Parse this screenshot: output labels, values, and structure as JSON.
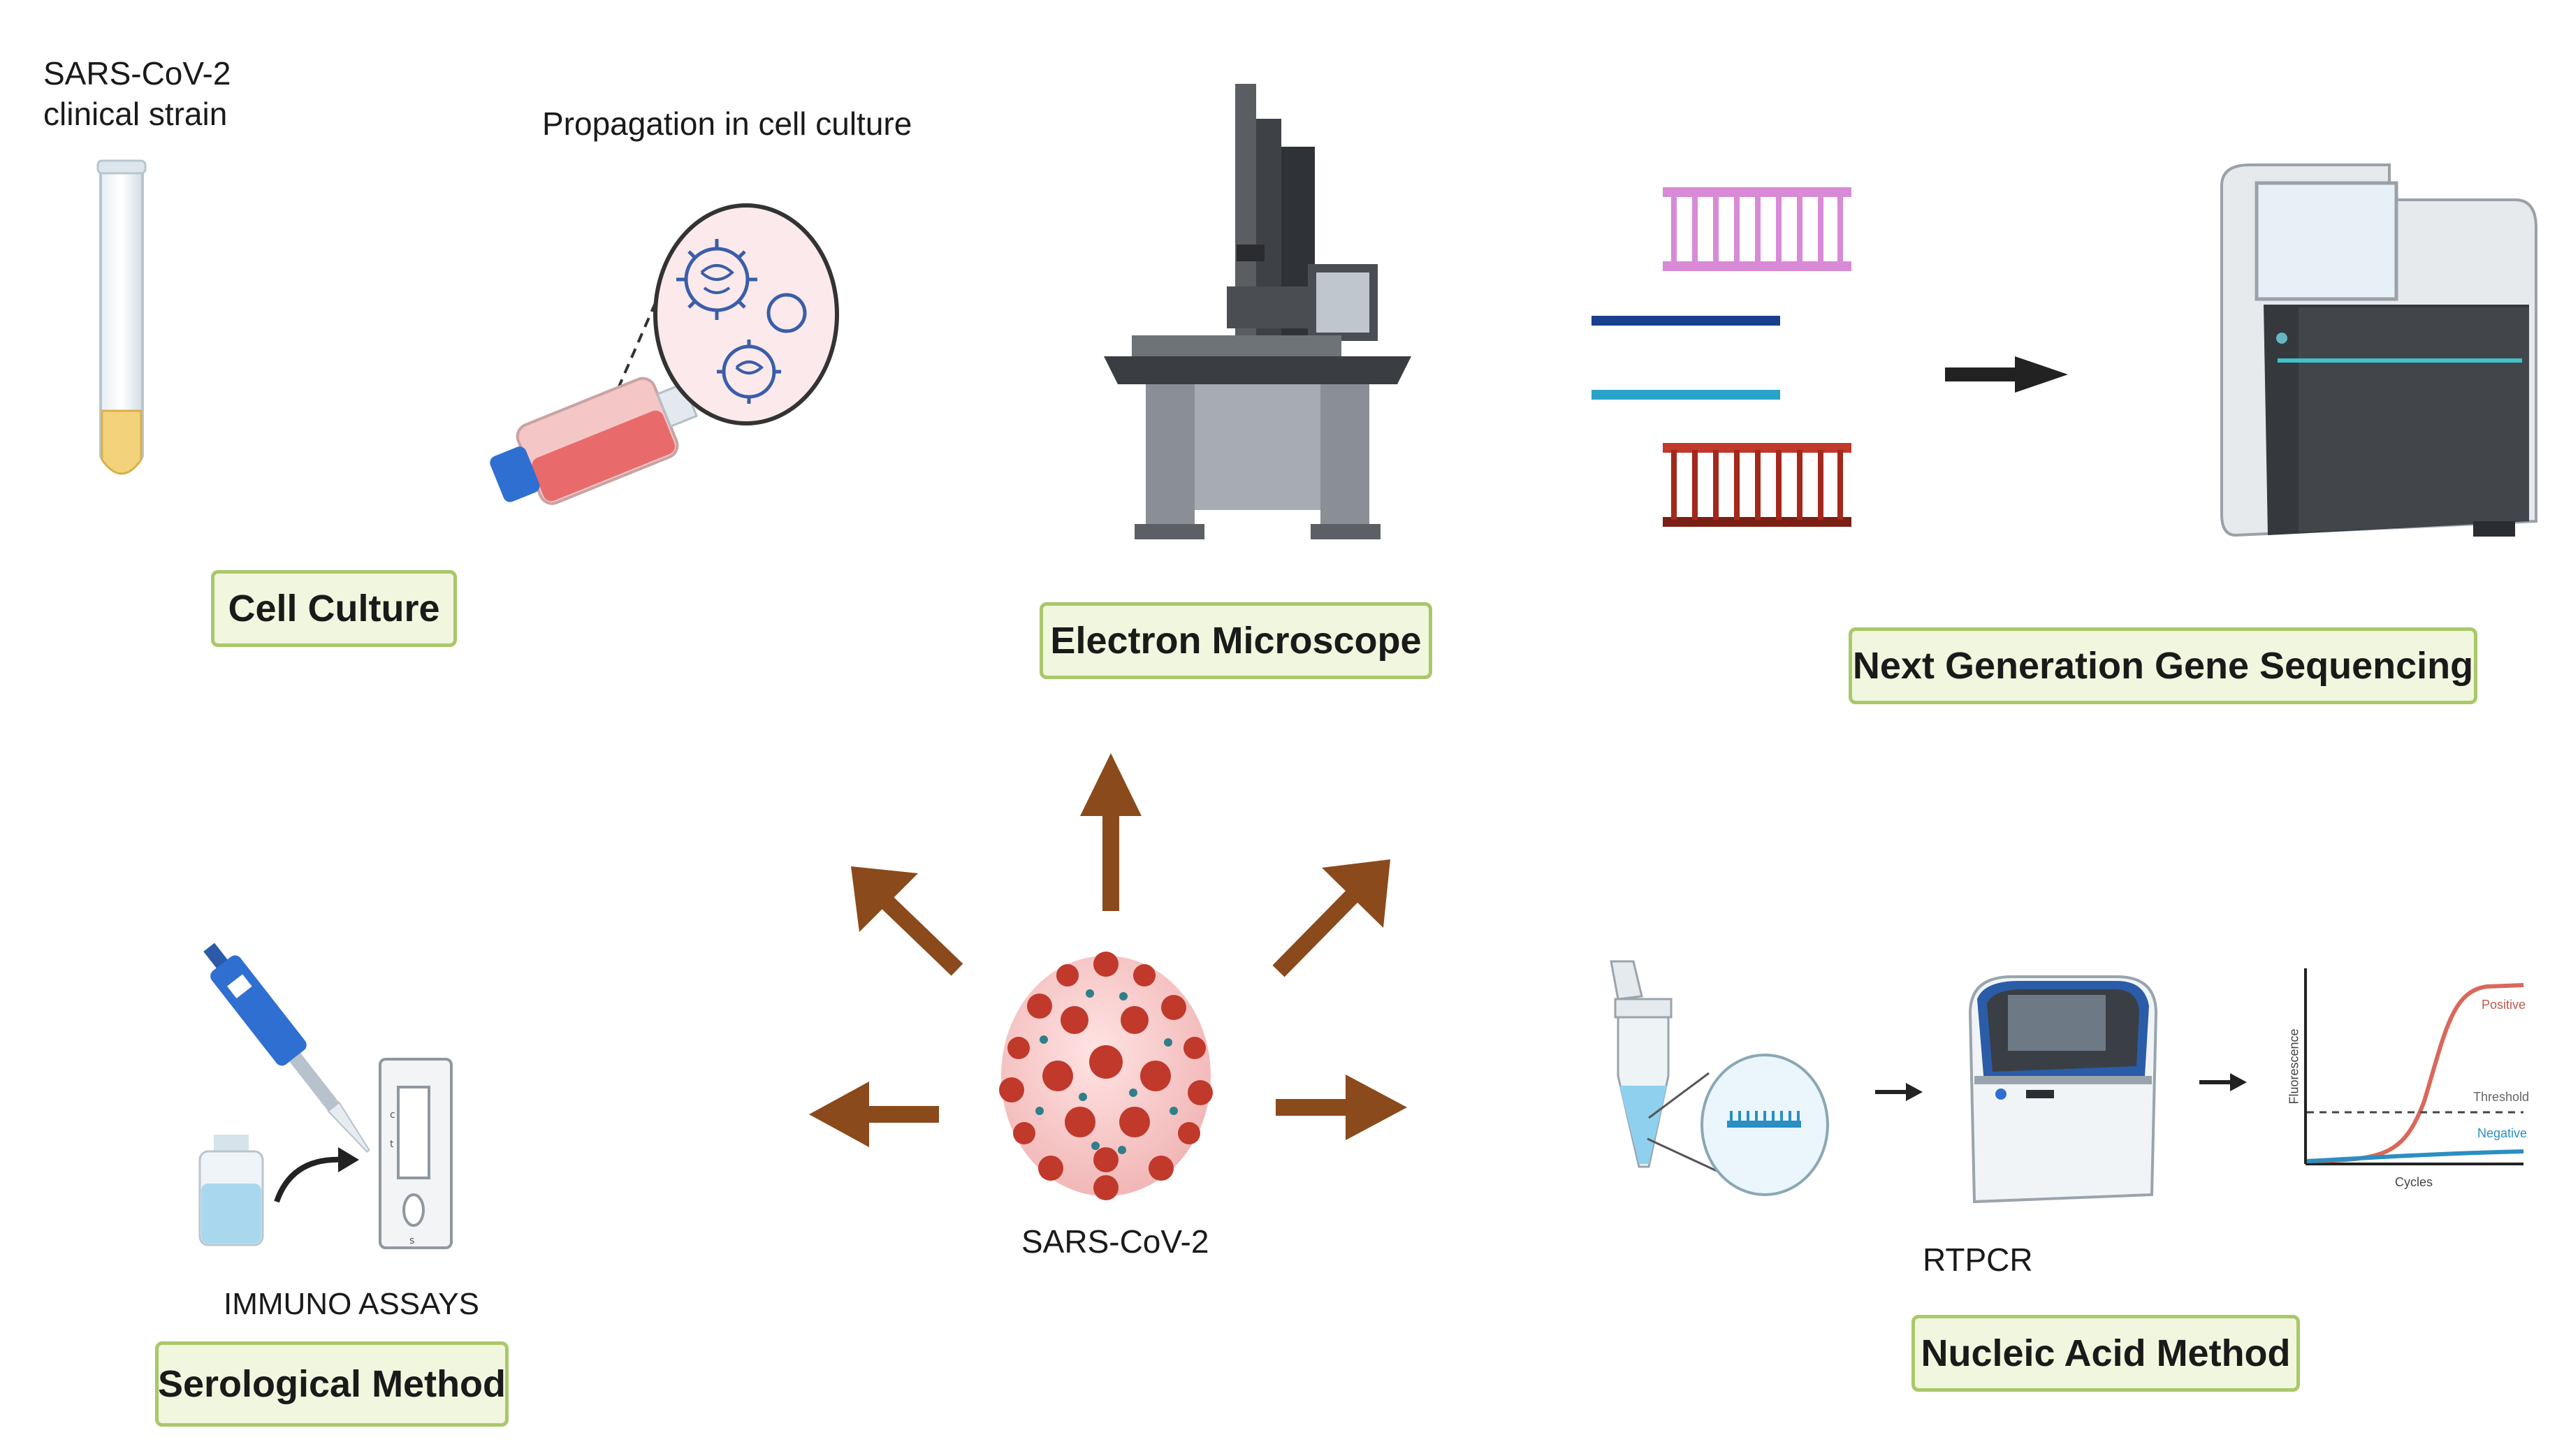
{
  "captions": {
    "strain": "SARS-CoV-2\nclinical strain",
    "propagation": "Propagation in cell culture",
    "immuno": "IMMUNO ASSAYS",
    "virus": "SARS-CoV-2",
    "rtpcr": "RTPCR"
  },
  "labels": {
    "cell_culture": "Cell Culture",
    "electron_microscope": "Electron Microscope",
    "ngs": "Next Generation Gene Sequencing",
    "serological": "Serological Method",
    "nucleic_acid": "Nucleic Acid Method"
  },
  "pcr_chart": {
    "ylabel": "Fluorescence",
    "xlabel": "Cycles",
    "positive": "Positive",
    "threshold": "Threshold",
    "negative": "Negative"
  },
  "colors": {
    "arrow": "#8b4a1c",
    "label_bg": "#f1f7de",
    "label_border": "#a9c86a",
    "virus_spike": "#c0392b",
    "dna_pink": "#d98ad6",
    "dna_blue": "#1f7ab8",
    "dna_red": "#a4281c"
  }
}
